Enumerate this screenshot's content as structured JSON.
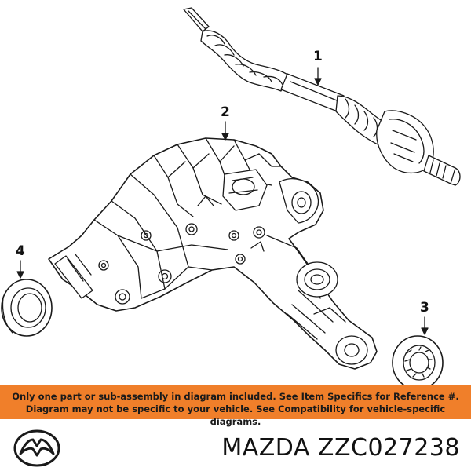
{
  "callouts": {
    "c1": "1",
    "c2": "2",
    "c3": "3",
    "c4": "4"
  },
  "banner": {
    "line1": "Only one part or sub-assembly in diagram included. See Item Specifics for Reference #.",
    "line2": "Diagram may not be specific to your vehicle. See Compatibility for vehicle-specific diagrams."
  },
  "footer": {
    "brand_text": "MAZDA ZZC027238"
  },
  "colors": {
    "banner_bg": "#f07f2a",
    "line_art": "#1a1a1a"
  },
  "icons": {
    "logo": "mazda-logo-icon"
  }
}
